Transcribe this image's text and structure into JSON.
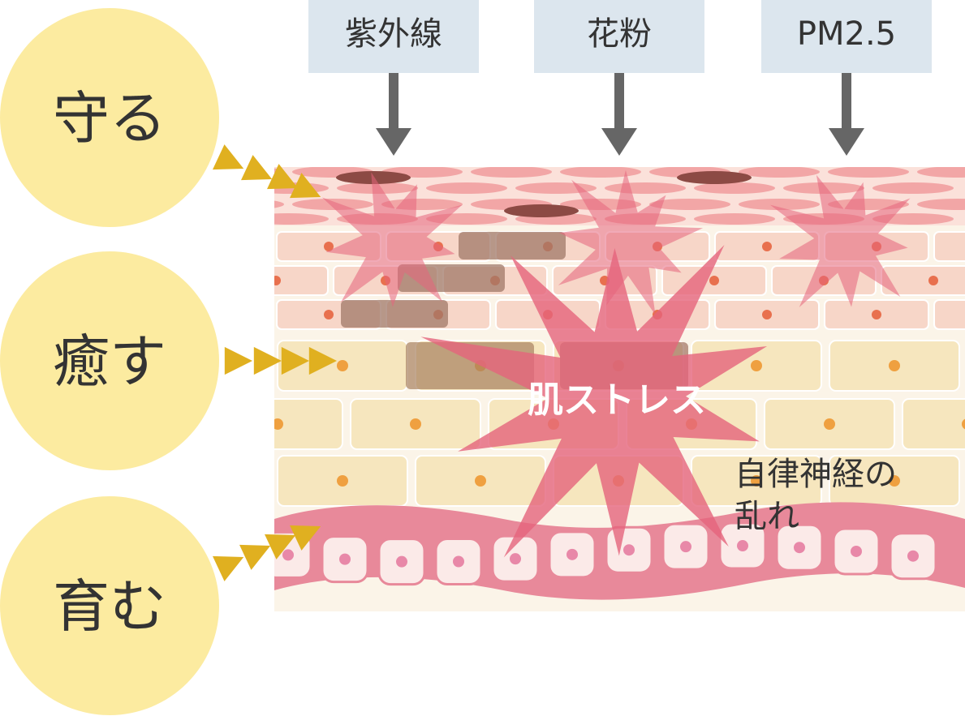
{
  "circles": [
    {
      "id": "protect",
      "label": "守る"
    },
    {
      "id": "heal",
      "label": "癒す"
    },
    {
      "id": "nurture",
      "label": "育む"
    }
  ],
  "sources": [
    {
      "id": "uv",
      "label": "紫外線"
    },
    {
      "id": "pollen",
      "label": "花粉"
    },
    {
      "id": "pm25",
      "label": "PM2.5"
    }
  ],
  "stress": {
    "label": "肌ストレス"
  },
  "note": {
    "line1": "自律神経の",
    "line2": "乱れ"
  },
  "colors": {
    "circle_fill": "#FCEBA0",
    "arrow_triangle": "#E0B020",
    "source_box": "#DCE6EE",
    "down_arrow": "#666666",
    "stratum_corneum": "#F2A6A6",
    "upper_cells": "#F7D6C8",
    "lower_cells": "#F6E6BE",
    "basal_band": "#E8899A",
    "basal_cells": "#FBEAE8",
    "spots": "#A07060",
    "stress_burst": "#E5647C"
  }
}
